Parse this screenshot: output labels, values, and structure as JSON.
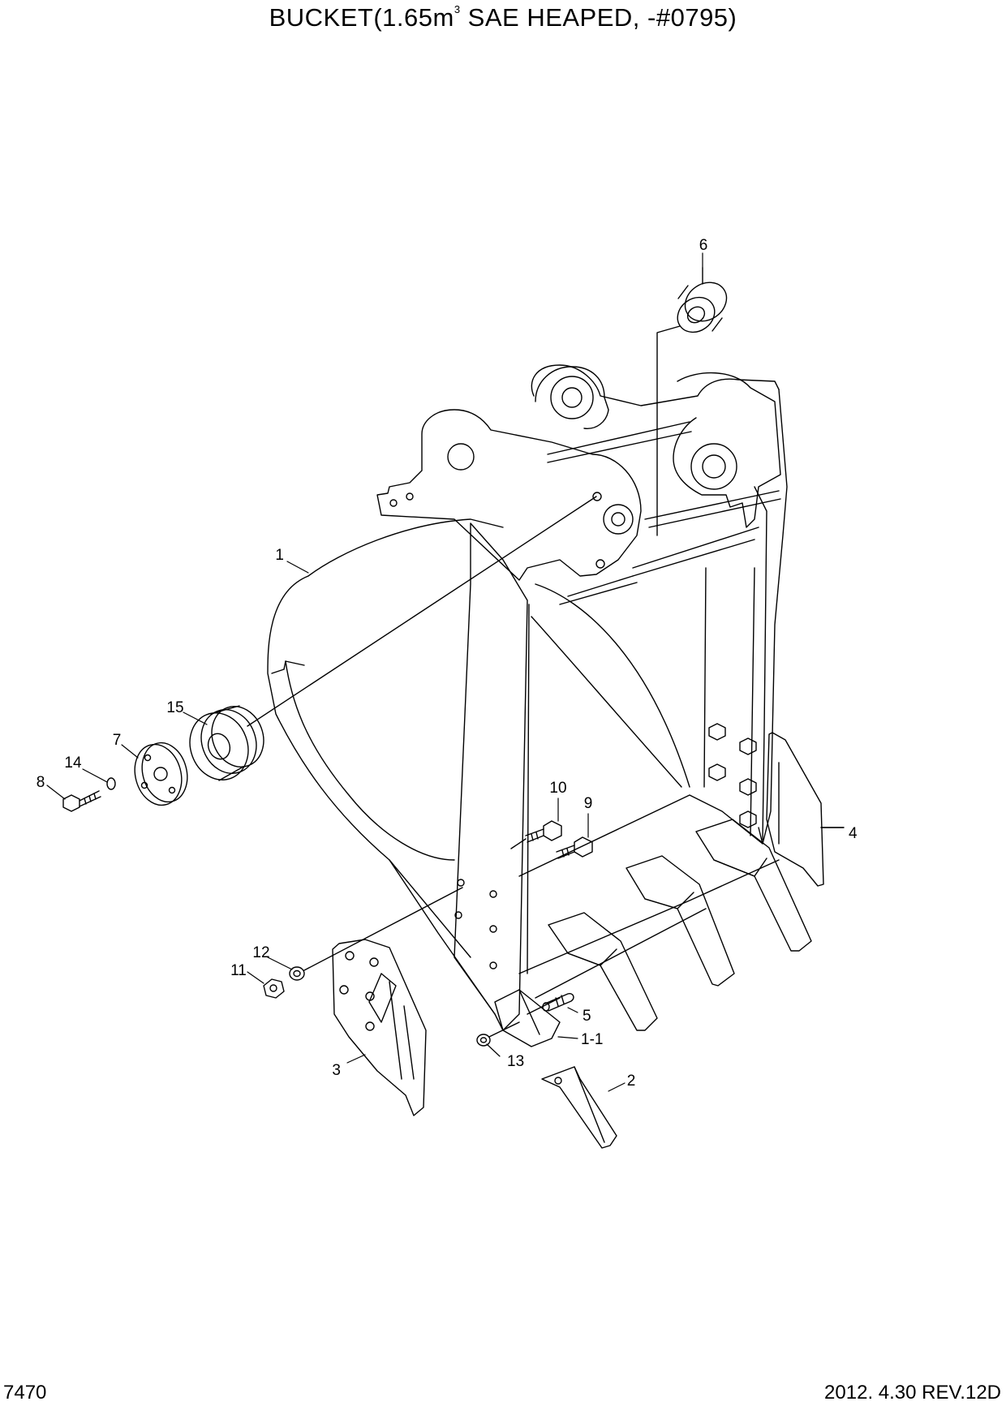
{
  "header": {
    "title_main": "BUCKET(1.65m",
    "title_sup": "3",
    "title_rest": " SAE HEAPED, -#0795)"
  },
  "footer": {
    "page_number": "7470",
    "revision": "2012. 4.30  REV.12D"
  },
  "callouts": [
    "6",
    "1",
    "15",
    "7",
    "14",
    "8",
    "10",
    "9",
    "4",
    "12",
    "11",
    "5",
    "1-1",
    "13",
    "3",
    "2"
  ]
}
